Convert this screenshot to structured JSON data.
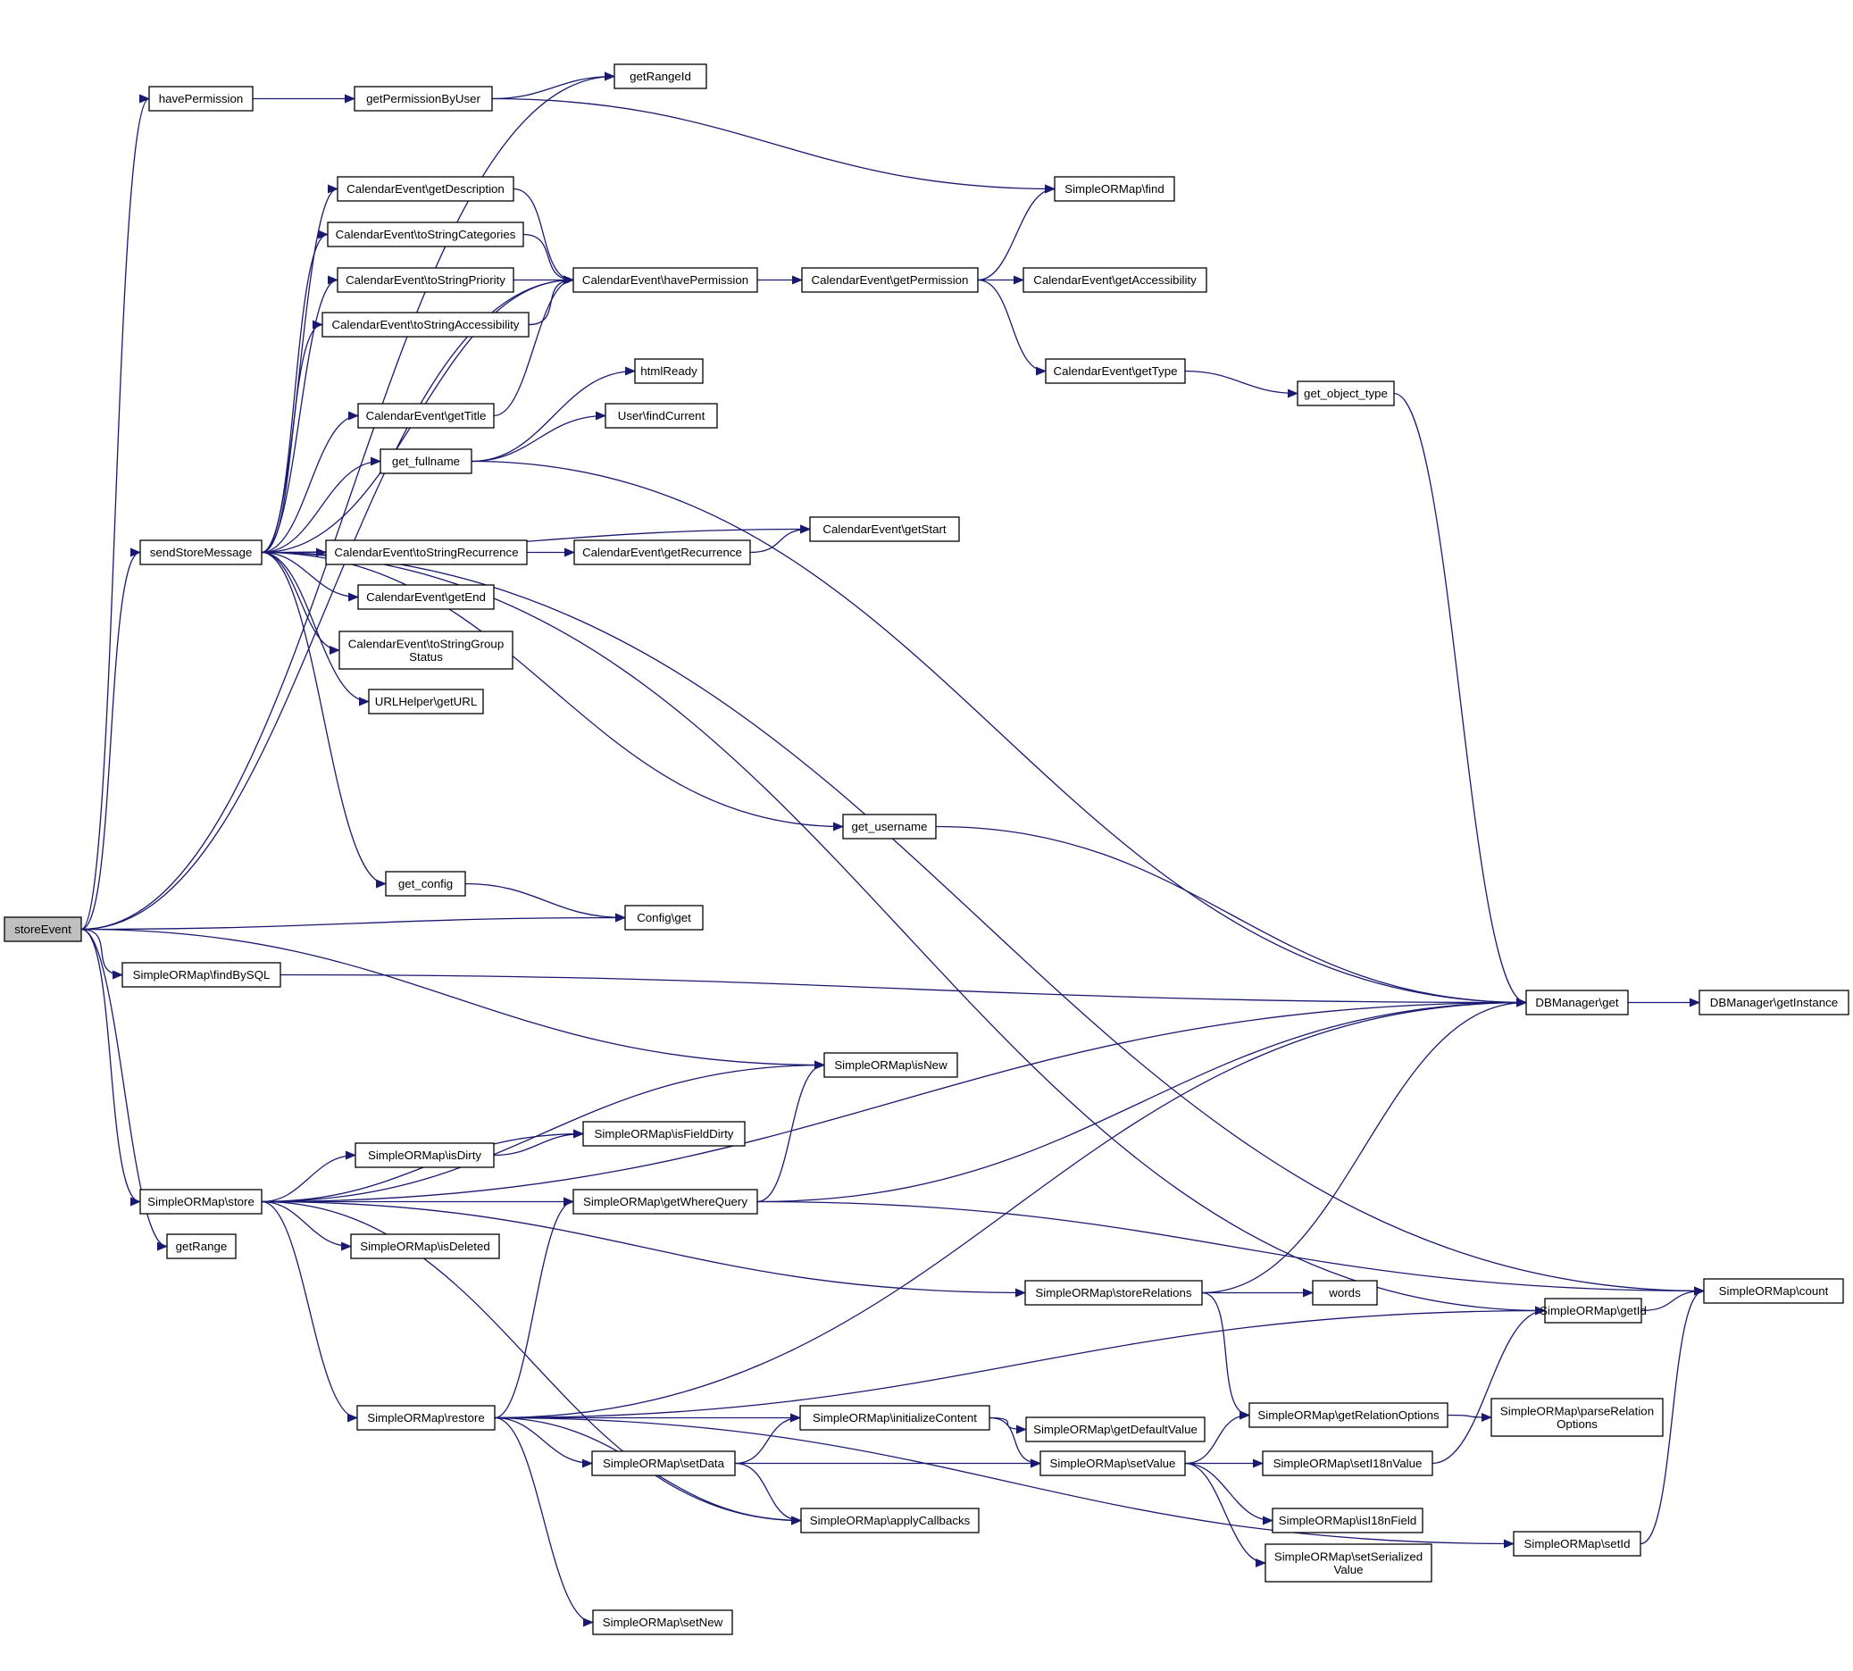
{
  "nodes": [
    {
      "id": "storeEvent",
      "lines": [
        "storeEvent"
      ],
      "root": true
    },
    {
      "id": "havePermission",
      "lines": [
        "havePermission"
      ]
    },
    {
      "id": "getPermissionByUser",
      "lines": [
        "getPermissionByUser"
      ]
    },
    {
      "id": "getRangeId",
      "lines": [
        "getRangeId"
      ]
    },
    {
      "id": "sormFind",
      "lines": [
        "SimpleORMap\\find"
      ]
    },
    {
      "id": "ceGetDescription",
      "lines": [
        "CalendarEvent\\getDescription"
      ]
    },
    {
      "id": "ceToStringCategories",
      "lines": [
        "CalendarEvent\\toStringCategories"
      ]
    },
    {
      "id": "ceToStringPriority",
      "lines": [
        "CalendarEvent\\toStringPriority"
      ]
    },
    {
      "id": "ceToStringAccessibility",
      "lines": [
        "CalendarEvent\\toStringAccessibility"
      ]
    },
    {
      "id": "ceHavePermission",
      "lines": [
        "CalendarEvent\\havePermission"
      ]
    },
    {
      "id": "ceGetPermission",
      "lines": [
        "CalendarEvent\\getPermission"
      ]
    },
    {
      "id": "ceGetAccessibility",
      "lines": [
        "CalendarEvent\\getAccessibility"
      ]
    },
    {
      "id": "ceGetType",
      "lines": [
        "CalendarEvent\\getType"
      ]
    },
    {
      "id": "getObjectType",
      "lines": [
        "get_object_type"
      ]
    },
    {
      "id": "htmlReady",
      "lines": [
        "htmlReady"
      ]
    },
    {
      "id": "userFindCurrent",
      "lines": [
        "User\\findCurrent"
      ]
    },
    {
      "id": "ceGetTitle",
      "lines": [
        "CalendarEvent\\getTitle"
      ]
    },
    {
      "id": "getFullname",
      "lines": [
        "get_fullname"
      ]
    },
    {
      "id": "sendStoreMessage",
      "lines": [
        "sendStoreMessage"
      ]
    },
    {
      "id": "ceToStringRecurrence",
      "lines": [
        "CalendarEvent\\toStringRecurrence"
      ]
    },
    {
      "id": "ceGetRecurrence",
      "lines": [
        "CalendarEvent\\getRecurrence"
      ]
    },
    {
      "id": "ceGetStart",
      "lines": [
        "CalendarEvent\\getStart"
      ]
    },
    {
      "id": "ceGetEnd",
      "lines": [
        "CalendarEvent\\getEnd"
      ]
    },
    {
      "id": "ceToStringGroupStatus",
      "lines": [
        "CalendarEvent\\toStringGroup",
        "Status"
      ]
    },
    {
      "id": "urlHelperGetURL",
      "lines": [
        "URLHelper\\getURL"
      ]
    },
    {
      "id": "getUsername",
      "lines": [
        "get_username"
      ]
    },
    {
      "id": "getConfig",
      "lines": [
        "get_config"
      ]
    },
    {
      "id": "configGet",
      "lines": [
        "Config\\get"
      ]
    },
    {
      "id": "sormFindBySQL",
      "lines": [
        "SimpleORMap\\findBySQL"
      ]
    },
    {
      "id": "dbManagerGet",
      "lines": [
        "DBManager\\get"
      ]
    },
    {
      "id": "dbManagerGetInstance",
      "lines": [
        "DBManager\\getInstance"
      ]
    },
    {
      "id": "sormIsNew",
      "lines": [
        "SimpleORMap\\isNew"
      ]
    },
    {
      "id": "sormIsFieldDirty",
      "lines": [
        "SimpleORMap\\isFieldDirty"
      ]
    },
    {
      "id": "sormIsDirty",
      "lines": [
        "SimpleORMap\\isDirty"
      ]
    },
    {
      "id": "sormStore",
      "lines": [
        "SimpleORMap\\store"
      ]
    },
    {
      "id": "sormGetWhereQuery",
      "lines": [
        "SimpleORMap\\getWhereQuery"
      ]
    },
    {
      "id": "getRange",
      "lines": [
        "getRange"
      ]
    },
    {
      "id": "sormIsDeleted",
      "lines": [
        "SimpleORMap\\isDeleted"
      ]
    },
    {
      "id": "sormStoreRelations",
      "lines": [
        "SimpleORMap\\storeRelations"
      ]
    },
    {
      "id": "words",
      "lines": [
        "words"
      ]
    },
    {
      "id": "sormCount",
      "lines": [
        "SimpleORMap\\count"
      ]
    },
    {
      "id": "sormGetId",
      "lines": [
        "SimpleORMap\\getId"
      ]
    },
    {
      "id": "sormRestore",
      "lines": [
        "SimpleORMap\\restore"
      ]
    },
    {
      "id": "sormInitializeContent",
      "lines": [
        "SimpleORMap\\initializeContent"
      ]
    },
    {
      "id": "sormGetDefaultValue",
      "lines": [
        "SimpleORMap\\getDefaultValue"
      ]
    },
    {
      "id": "sormGetRelationOptions",
      "lines": [
        "SimpleORMap\\getRelationOptions"
      ]
    },
    {
      "id": "sormParseRelationOptions",
      "lines": [
        "SimpleORMap\\parseRelation",
        "Options"
      ]
    },
    {
      "id": "sormSetData",
      "lines": [
        "SimpleORMap\\setData"
      ]
    },
    {
      "id": "sormSetValue",
      "lines": [
        "SimpleORMap\\setValue"
      ]
    },
    {
      "id": "sormSetI18nValue",
      "lines": [
        "SimpleORMap\\setI18nValue"
      ]
    },
    {
      "id": "sormApplyCallbacks",
      "lines": [
        "SimpleORMap\\applyCallbacks"
      ]
    },
    {
      "id": "sormIsI18nField",
      "lines": [
        "SimpleORMap\\isI18nField"
      ]
    },
    {
      "id": "sormSetId",
      "lines": [
        "SimpleORMap\\setId"
      ]
    },
    {
      "id": "sormSetSerializedValue",
      "lines": [
        "SimpleORMap\\setSerialized",
        "Value"
      ]
    },
    {
      "id": "sormSetNew",
      "lines": [
        "SimpleORMap\\setNew"
      ]
    }
  ],
  "edges": [
    [
      "storeEvent",
      "getRangeId"
    ],
    [
      "storeEvent",
      "havePermission"
    ],
    [
      "storeEvent",
      "ceHavePermission"
    ],
    [
      "storeEvent",
      "sendStoreMessage"
    ],
    [
      "storeEvent",
      "configGet"
    ],
    [
      "storeEvent",
      "sormFindBySQL"
    ],
    [
      "storeEvent",
      "sormIsNew"
    ],
    [
      "storeEvent",
      "sormStore"
    ],
    [
      "storeEvent",
      "getRange"
    ],
    [
      "havePermission",
      "getPermissionByUser"
    ],
    [
      "getPermissionByUser",
      "getRangeId"
    ],
    [
      "getPermissionByUser",
      "sormFind"
    ],
    [
      "sendStoreMessage",
      "ceGetDescription"
    ],
    [
      "sendStoreMessage",
      "ceToStringCategories"
    ],
    [
      "sendStoreMessage",
      "ceToStringPriority"
    ],
    [
      "sendStoreMessage",
      "ceToStringAccessibility"
    ],
    [
      "sendStoreMessage",
      "ceHavePermission"
    ],
    [
      "sendStoreMessage",
      "ceGetTitle"
    ],
    [
      "sendStoreMessage",
      "getFullname"
    ],
    [
      "sendStoreMessage",
      "ceGetStart"
    ],
    [
      "sendStoreMessage",
      "ceToStringRecurrence"
    ],
    [
      "sendStoreMessage",
      "ceGetEnd"
    ],
    [
      "sendStoreMessage",
      "ceToStringGroupStatus"
    ],
    [
      "sendStoreMessage",
      "urlHelperGetURL"
    ],
    [
      "sendStoreMessage",
      "sormCount"
    ],
    [
      "sendStoreMessage",
      "getUsername"
    ],
    [
      "sendStoreMessage",
      "sormGetId"
    ],
    [
      "sendStoreMessage",
      "getConfig"
    ],
    [
      "ceGetDescription",
      "ceHavePermission"
    ],
    [
      "ceToStringCategories",
      "ceHavePermission"
    ],
    [
      "ceToStringPriority",
      "ceHavePermission"
    ],
    [
      "ceToStringAccessibility",
      "ceHavePermission"
    ],
    [
      "ceGetTitle",
      "ceHavePermission"
    ],
    [
      "ceHavePermission",
      "ceGetPermission"
    ],
    [
      "ceGetPermission",
      "sormFind"
    ],
    [
      "ceGetPermission",
      "ceGetAccessibility"
    ],
    [
      "ceGetPermission",
      "ceGetType"
    ],
    [
      "ceGetType",
      "getObjectType"
    ],
    [
      "getObjectType",
      "dbManagerGet"
    ],
    [
      "getFullname",
      "htmlReady"
    ],
    [
      "getFullname",
      "userFindCurrent"
    ],
    [
      "getFullname",
      "dbManagerGet"
    ],
    [
      "ceToStringRecurrence",
      "ceGetRecurrence"
    ],
    [
      "ceGetRecurrence",
      "ceGetStart"
    ],
    [
      "getUsername",
      "dbManagerGet"
    ],
    [
      "getConfig",
      "configGet"
    ],
    [
      "sormFindBySQL",
      "dbManagerGet"
    ],
    [
      "dbManagerGet",
      "dbManagerGetInstance"
    ],
    [
      "sormStore",
      "sormIsNew"
    ],
    [
      "sormStore",
      "sormIsFieldDirty"
    ],
    [
      "sormStore",
      "sormIsDirty"
    ],
    [
      "sormStore",
      "sormGetWhereQuery"
    ],
    [
      "sormStore",
      "sormIsDeleted"
    ],
    [
      "sormStore",
      "dbManagerGet"
    ],
    [
      "sormStore",
      "sormStoreRelations"
    ],
    [
      "sormStore",
      "sormRestore"
    ],
    [
      "sormStore",
      "sormApplyCallbacks"
    ],
    [
      "sormIsDirty",
      "sormIsFieldDirty"
    ],
    [
      "sormGetWhereQuery",
      "sormIsNew"
    ],
    [
      "sormGetWhereQuery",
      "dbManagerGet"
    ],
    [
      "sormGetWhereQuery",
      "sormCount"
    ],
    [
      "sormStoreRelations",
      "dbManagerGet"
    ],
    [
      "sormStoreRelations",
      "words"
    ],
    [
      "sormStoreRelations",
      "sormGetRelationOptions"
    ],
    [
      "sormGetId",
      "sormCount"
    ],
    [
      "sormRestore",
      "sormGetWhereQuery"
    ],
    [
      "sormRestore",
      "dbManagerGet"
    ],
    [
      "sormRestore",
      "sormGetId"
    ],
    [
      "sormRestore",
      "sormInitializeContent"
    ],
    [
      "sormRestore",
      "sormSetData"
    ],
    [
      "sormRestore",
      "sormApplyCallbacks"
    ],
    [
      "sormRestore",
      "sormSetId"
    ],
    [
      "sormRestore",
      "sormSetNew"
    ],
    [
      "sormInitializeContent",
      "sormGetDefaultValue"
    ],
    [
      "sormInitializeContent",
      "sormSetValue"
    ],
    [
      "sormSetData",
      "sormInitializeContent"
    ],
    [
      "sormSetData",
      "sormSetValue"
    ],
    [
      "sormSetData",
      "sormApplyCallbacks"
    ],
    [
      "sormSetValue",
      "sormGetRelationOptions"
    ],
    [
      "sormSetValue",
      "sormSetI18nValue"
    ],
    [
      "sormSetValue",
      "sormIsI18nField"
    ],
    [
      "sormSetValue",
      "sormSetSerializedValue"
    ],
    [
      "sormGetRelationOptions",
      "sormParseRelationOptions"
    ],
    [
      "sormSetI18nValue",
      "sormGetId"
    ],
    [
      "sormSetId",
      "sormCount"
    ]
  ],
  "colors": {
    "edge": "#191970",
    "node_border": "#000000",
    "root_fill": "#bfbfbf"
  }
}
